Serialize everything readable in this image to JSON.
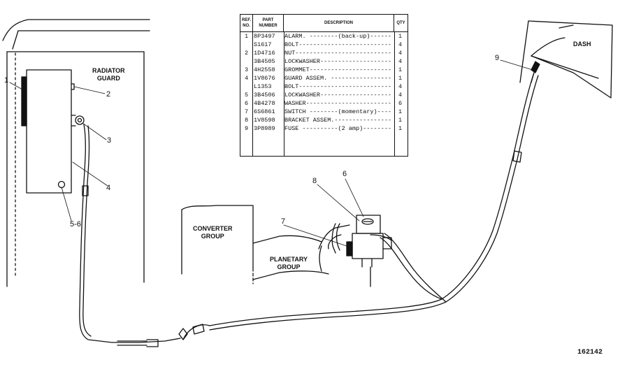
{
  "labels": {
    "radiator_guard": "RADIATOR\nGUARD",
    "dash": "DASH",
    "converter_group": "CONVERTER\nGROUP",
    "planetary_group": "PLANETARY\nGROUP",
    "figure_number": "162142"
  },
  "callouts": [
    "1",
    "2",
    "3",
    "4",
    "5-6",
    "6",
    "7",
    "8",
    "9"
  ],
  "parts_table": {
    "headers": {
      "ref": "REF.\nNO.",
      "part": "PART\nNUMBER",
      "desc": "DESCRIPTION",
      "qty": "QTY"
    },
    "rows": [
      {
        "ref": "1",
        "part": "8P3497",
        "desc": "ALARM. --------(back-up)-------",
        "qty": "1"
      },
      {
        "ref": "",
        "part": "S1617",
        "desc": "BOLT-----------------------------",
        "qty": "4"
      },
      {
        "ref": "2",
        "part": "1D4716",
        "desc": "NUT------------------------------",
        "qty": "4"
      },
      {
        "ref": "",
        "part": "3B4505",
        "desc": "LOCKWASHER-----------------------",
        "qty": "4"
      },
      {
        "ref": "3",
        "part": "4H2558",
        "desc": "GROMMET--------------------------",
        "qty": "1"
      },
      {
        "ref": "4",
        "part": "1V8676",
        "desc": "GUARD ASSEM. ---------------------",
        "qty": "1"
      },
      {
        "ref": "",
        "part": "L1353",
        "desc": "BOLT-----------------------------",
        "qty": "4"
      },
      {
        "ref": "5",
        "part": "3B4506",
        "desc": "LOCKWASHER-----------------------",
        "qty": "4"
      },
      {
        "ref": "6",
        "part": "4B4278",
        "desc": "WASHER---------------------------",
        "qty": "6"
      },
      {
        "ref": "7",
        "part": "6S6861",
        "desc": "SWITCH --------(momentary)-------",
        "qty": "1"
      },
      {
        "ref": "8",
        "part": "1V8598",
        "desc": "BRACKET ASSEM.---------------------",
        "qty": "1"
      },
      {
        "ref": "9",
        "part": "3P8989",
        "desc": "FUSE ----------(2 amp)---------",
        "qty": "1"
      }
    ]
  },
  "colors": {
    "ink": "#111111",
    "paper": "#ffffff"
  }
}
